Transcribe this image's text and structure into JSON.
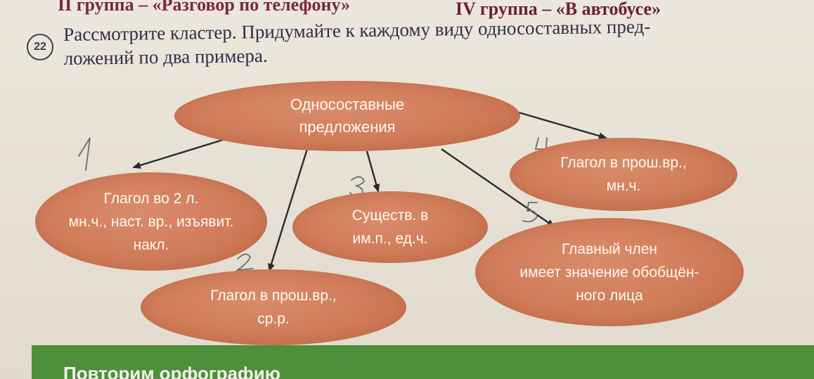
{
  "header": {
    "left_text": "II группа – «Разговор по телефону»",
    "right_text": "IV группа – «В автобусе»"
  },
  "task": {
    "number": "22",
    "line1": "Рассмотрите кластер. Придумайте к каждому виду односоставных пред-",
    "line2": "ложений по два примера."
  },
  "cluster": {
    "center": {
      "line1": "Односоставные",
      "line2": "предложения"
    },
    "nodes": [
      {
        "id": "verb-2nd-person",
        "line1": "Глагол во 2 л.",
        "line2": "мн.ч., наст. вр., изъявит.",
        "line3": "накл."
      },
      {
        "id": "verb-past-neuter",
        "line1": "Глагол в прош.вр.,",
        "line2": "ср.р."
      },
      {
        "id": "noun-nominative",
        "line1": "Существ. в",
        "line2": "им.п., ед.ч."
      },
      {
        "id": "verb-past-plural",
        "line1": "Глагол в прош.вр.,",
        "line2": "мн.ч."
      },
      {
        "id": "generalized-person",
        "line1": "Главный член",
        "line2": "имеет значение обобщён-",
        "line3": "ного лица"
      }
    ]
  },
  "handwritten_marks": [
    "1",
    "2",
    "3",
    "4",
    "5"
  ],
  "footer": {
    "text": "Повторим орфографию"
  },
  "colors": {
    "ellipse_fill": "#cf7a57",
    "ellipse_text": "#fff8f2",
    "arrow": "#2b2b2b",
    "footer_bar": "#4e8f3c",
    "page_bg": "#e7e1d6"
  }
}
